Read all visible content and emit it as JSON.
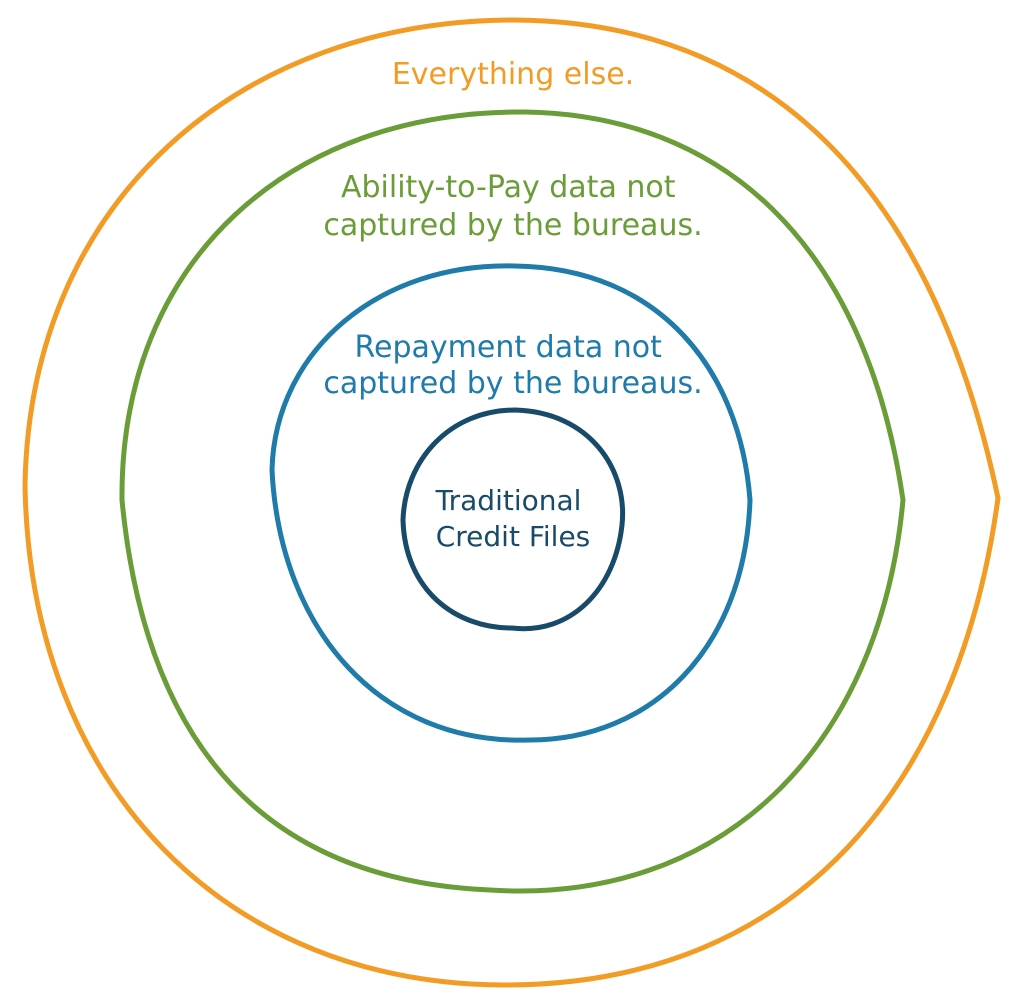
{
  "colors": {
    "everything_else": "#F29B25",
    "ability_to_pay": "#6A9D37",
    "repayment": "#1E7BAA",
    "traditional": "#174B69",
    "background": "#FFFFFF"
  },
  "rings": {
    "everything_else": {
      "lines": [
        "Everything else."
      ]
    },
    "ability_to_pay": {
      "lines": [
        "Ability-to-Pay data not",
        "captured by the bureaus."
      ]
    },
    "repayment": {
      "lines": [
        "Repayment data not",
        "captured by the bureaus."
      ]
    },
    "traditional": {
      "lines": [
        "Traditional",
        "Credit Files"
      ]
    }
  }
}
